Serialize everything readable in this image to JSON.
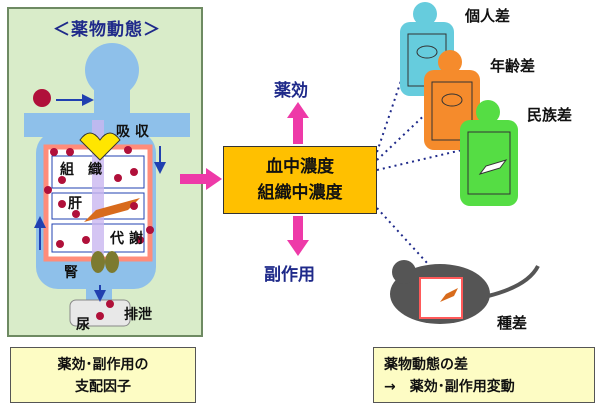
{
  "panel": {
    "title": "＜薬物動態＞",
    "labels": {
      "absorption": "吸 収",
      "tissue": "組　織",
      "liver": "肝",
      "metabolism": "代 謝",
      "kidney": "腎",
      "excretion": "排泄",
      "urine": "尿"
    }
  },
  "center": {
    "line1": "血中濃度",
    "line2": "組織中濃度"
  },
  "outputs": {
    "efficacy": "薬効",
    "side_effects": "副作用"
  },
  "variants": [
    {
      "label": "個人差",
      "color": "#66ccdd"
    },
    {
      "label": "年齢差",
      "color": "#f58b2c"
    },
    {
      "label": "民族差",
      "color": "#55dd44"
    },
    {
      "label": "種差",
      "color": "#555555"
    }
  ],
  "bottom_left": {
    "line1": "薬効･副作用の",
    "line2": "支配因子"
  },
  "bottom_right": {
    "line1": "薬物動態の差",
    "line2": "→　薬効･副作用変動"
  },
  "colors": {
    "accent_arrow": "#ee3aa8",
    "navy": "#1f2a8a",
    "body_blue": "#8ec0ea",
    "drug_dot": "#b0103a",
    "highlight": "#ffc000"
  }
}
